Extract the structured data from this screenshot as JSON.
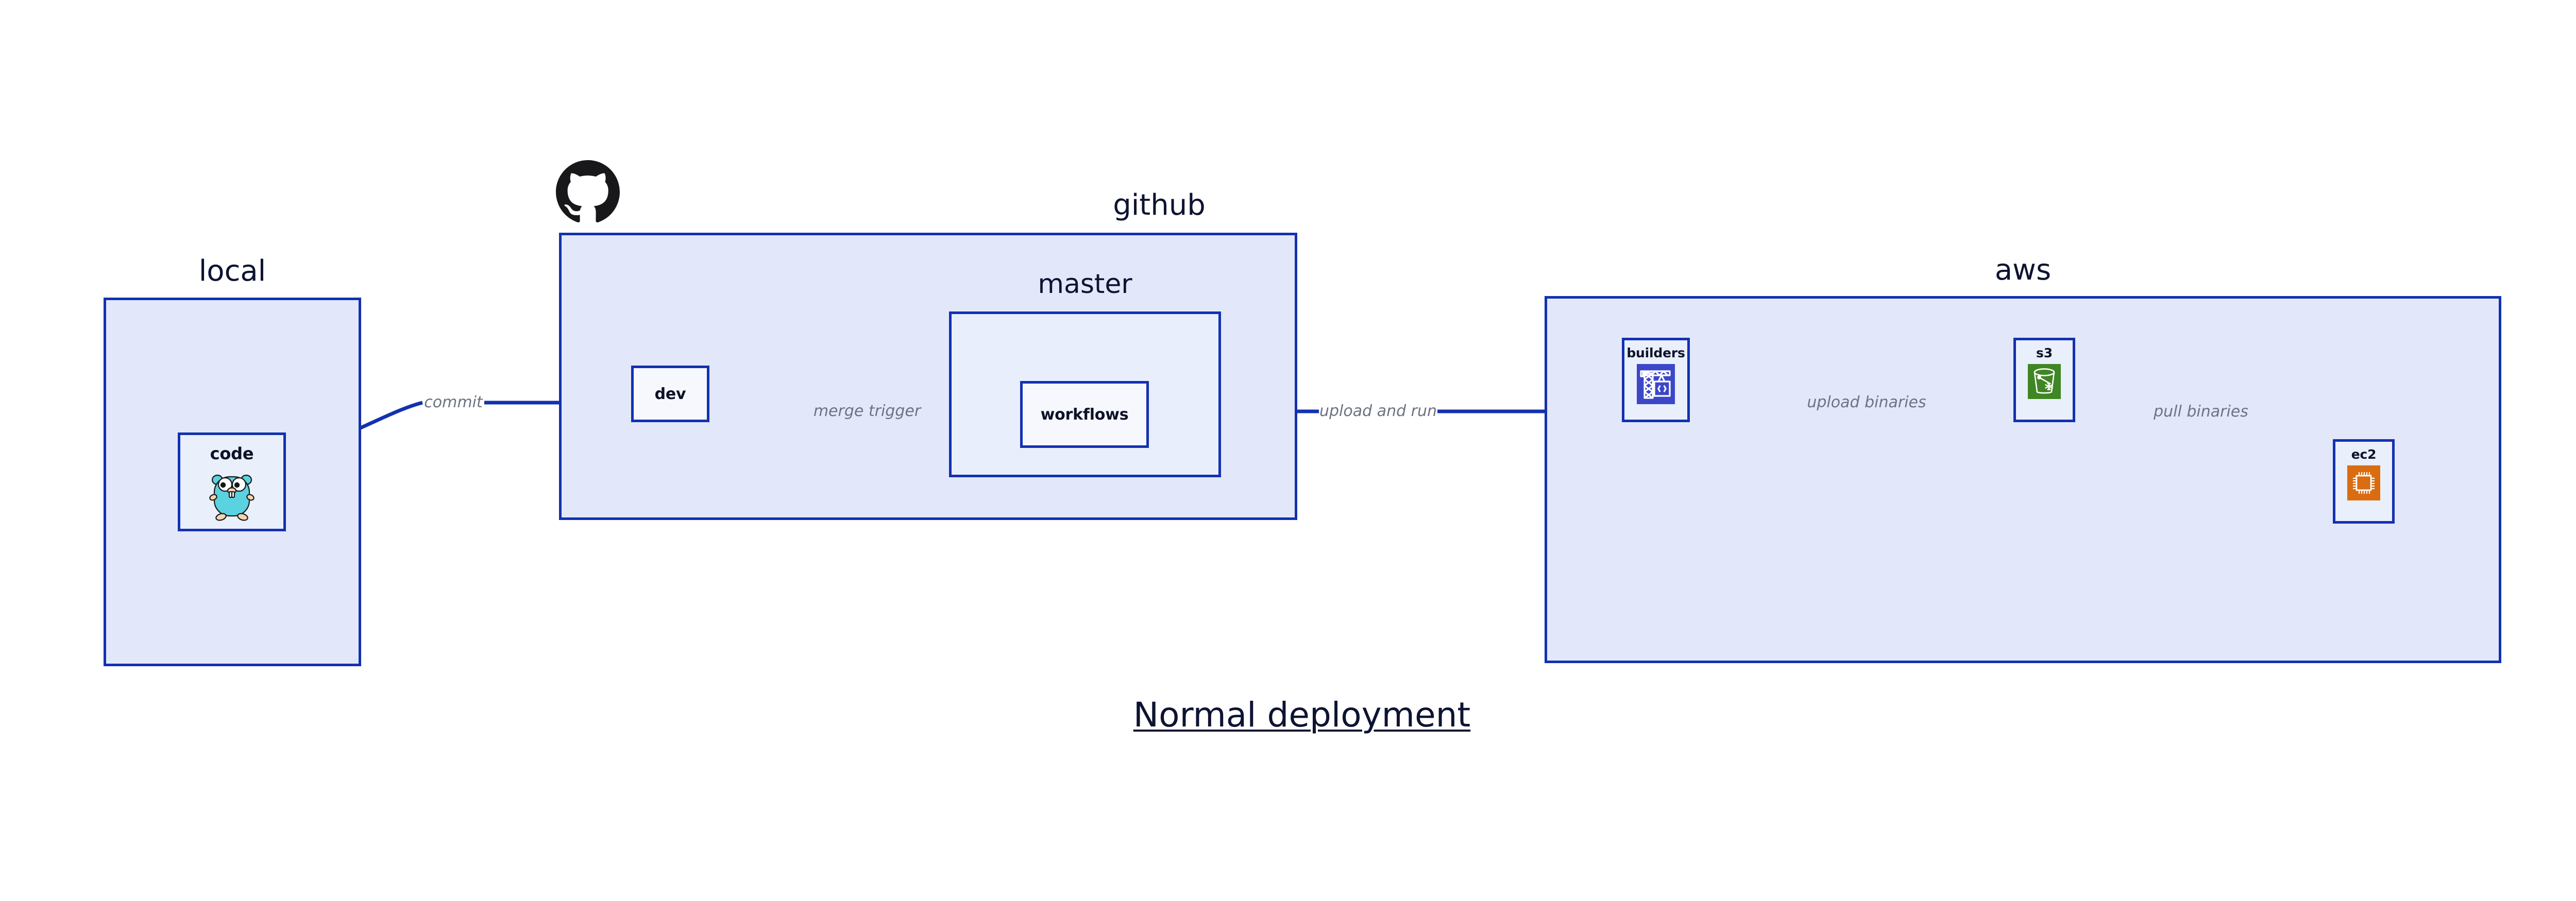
{
  "caption": "Normal deployment",
  "palette": {
    "cluster_fill": "#e2e8fa",
    "cluster_nested_fill": "#e9eefc",
    "node_fill": "#eaeffc",
    "node_plain_fill": "#f6f8fe",
    "border_blue": "#1331b0",
    "edge_blue": "#1331b0",
    "label_gray": "#6d7382",
    "text_navy": "#0d1331",
    "builders_icon_bg": "#3c47c8",
    "s3_icon_bg": "#3f8624",
    "ec2_icon_bg": "#da6c11",
    "gopher_body": "#5bd2e0",
    "gopher_outline": "#1b1b1b",
    "gopher_foot": "#f6d6ae",
    "github_mark": "#18181b"
  },
  "clusters": [
    {
      "id": "local",
      "label": "local"
    },
    {
      "id": "github",
      "label": "github"
    },
    {
      "id": "master",
      "label": "master"
    },
    {
      "id": "aws",
      "label": "aws"
    }
  ],
  "nodes": [
    {
      "id": "code",
      "label": "code",
      "icon": "go-gopher-icon"
    },
    {
      "id": "dev",
      "label": "dev",
      "icon": null
    },
    {
      "id": "workflows",
      "label": "workflows",
      "icon": null
    },
    {
      "id": "builders",
      "label": "builders",
      "icon": "aws-builders-crane-icon"
    },
    {
      "id": "s3",
      "label": "s3",
      "icon": "aws-s3-glacier-bucket-icon"
    },
    {
      "id": "ec2",
      "label": "ec2",
      "icon": "aws-ec2-chip-icon"
    }
  ],
  "edges": [
    {
      "id": "code-dev",
      "label": "commit",
      "from": "code",
      "to": "dev"
    },
    {
      "id": "dev-workflows",
      "label": "merge trigger",
      "from": "dev",
      "to": "workflows"
    },
    {
      "id": "workflows-builders",
      "label": "upload and run",
      "from": "workflows",
      "to": "builders"
    },
    {
      "id": "builders-s3",
      "label": "upload binaries",
      "from": "builders",
      "to": "s3"
    },
    {
      "id": "s3-ec2",
      "label": "pull binaries",
      "from": "s3",
      "to": "ec2"
    }
  ],
  "brand_marks": [
    {
      "id": "github-logo",
      "name": "github-octocat-icon"
    }
  ]
}
